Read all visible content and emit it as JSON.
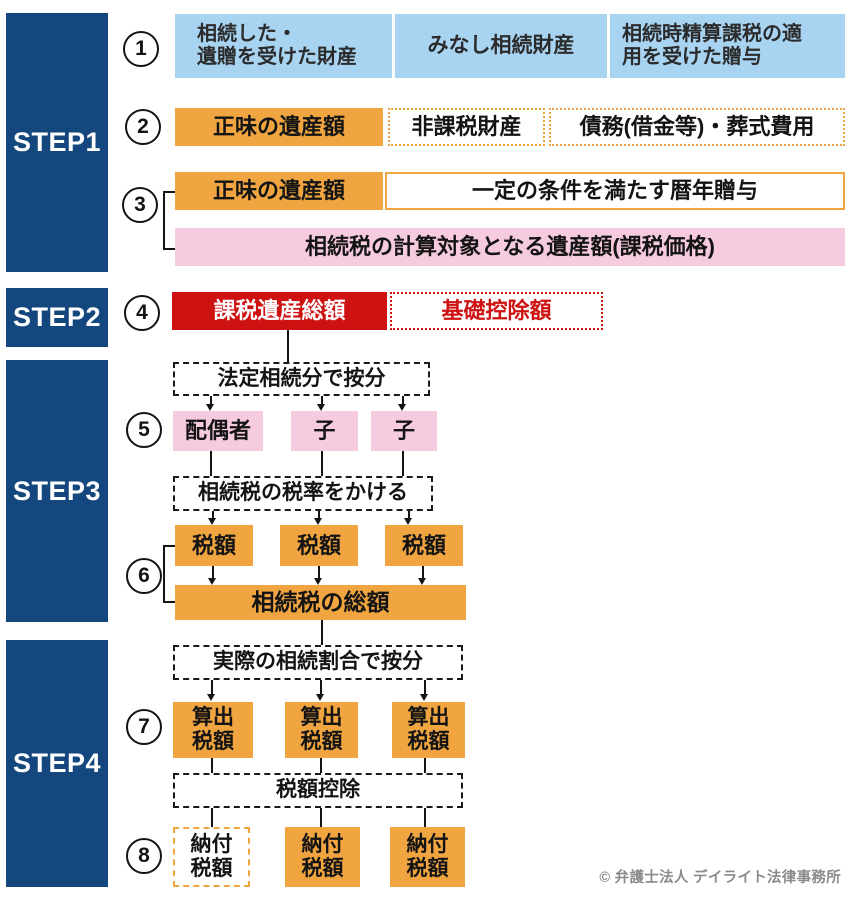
{
  "colors": {
    "navy": "#14477E",
    "light_blue": "#A8D4F2",
    "orange": "#F0A541",
    "pink": "#F7CBDF",
    "red": "#CE1212"
  },
  "sidebar": {
    "steps": [
      "STEP1",
      "STEP2",
      "STEP3",
      "STEP4"
    ]
  },
  "step_numbers": [
    "1",
    "2",
    "3",
    "4",
    "5",
    "6",
    "7",
    "8"
  ],
  "step1": {
    "row1": {
      "inherited_assets": "相続した・\n遺贈を受けた財産",
      "deemed_assets": "みなし相続財産",
      "settlement_taxation_gift": "相続時精算課税の適\n用を受けた贈与"
    },
    "row2": {
      "net_estate": "正味の遺産額",
      "nontaxable_assets": "非課税財産",
      "debts_funeral": "債務(借金等)・葬式費用"
    },
    "row3": {
      "net_estate": "正味の遺産額",
      "calendar_year_gift": "一定の条件を満たす暦年贈与",
      "taxable_total": "相続税の計算対象となる遺産額(課税価格)"
    }
  },
  "step2": {
    "taxable_estate_total": "課税遺産総額",
    "basic_deduction": "基礎控除額"
  },
  "step3": {
    "statutory_division": "法定相続分で按分",
    "heirs": [
      "配偶者",
      "子",
      "子"
    ],
    "apply_tax_rate": "相続税の税率をかける",
    "tax_amounts": [
      "税額",
      "税額",
      "税額"
    ],
    "total_inheritance_tax": "相続税の総額"
  },
  "step4": {
    "actual_division": "実際の相続割合で按分",
    "calculated_tax": [
      "算出\n税額",
      "算出\n税額",
      "算出\n税額"
    ],
    "tax_credits": "税額控除",
    "payable_tax": [
      "納付\n税額",
      "納付\n税額",
      "納付\n税額"
    ]
  },
  "footer": {
    "copyright": "© 弁護士法人 デイライト法律事務所"
  }
}
